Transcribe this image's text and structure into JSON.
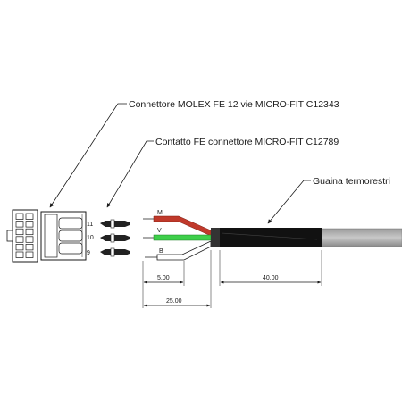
{
  "callouts": {
    "connector": "Connettore MOLEX FE 12 vie MICRO-FIT C12343",
    "contact": "Contatto FE connettore MICRO-FIT C12789",
    "sleeve": "Guaina termorestri"
  },
  "pins": [
    "11",
    "10",
    "9"
  ],
  "wires": [
    {
      "label": "M",
      "color": "#c0392b"
    },
    {
      "label": "V",
      "color": "#2ecc40"
    },
    {
      "label": "B",
      "color": "#222222"
    }
  ],
  "dimensions": {
    "strip": "5.00",
    "lead": "25.00",
    "sleeve": "40.00"
  }
}
